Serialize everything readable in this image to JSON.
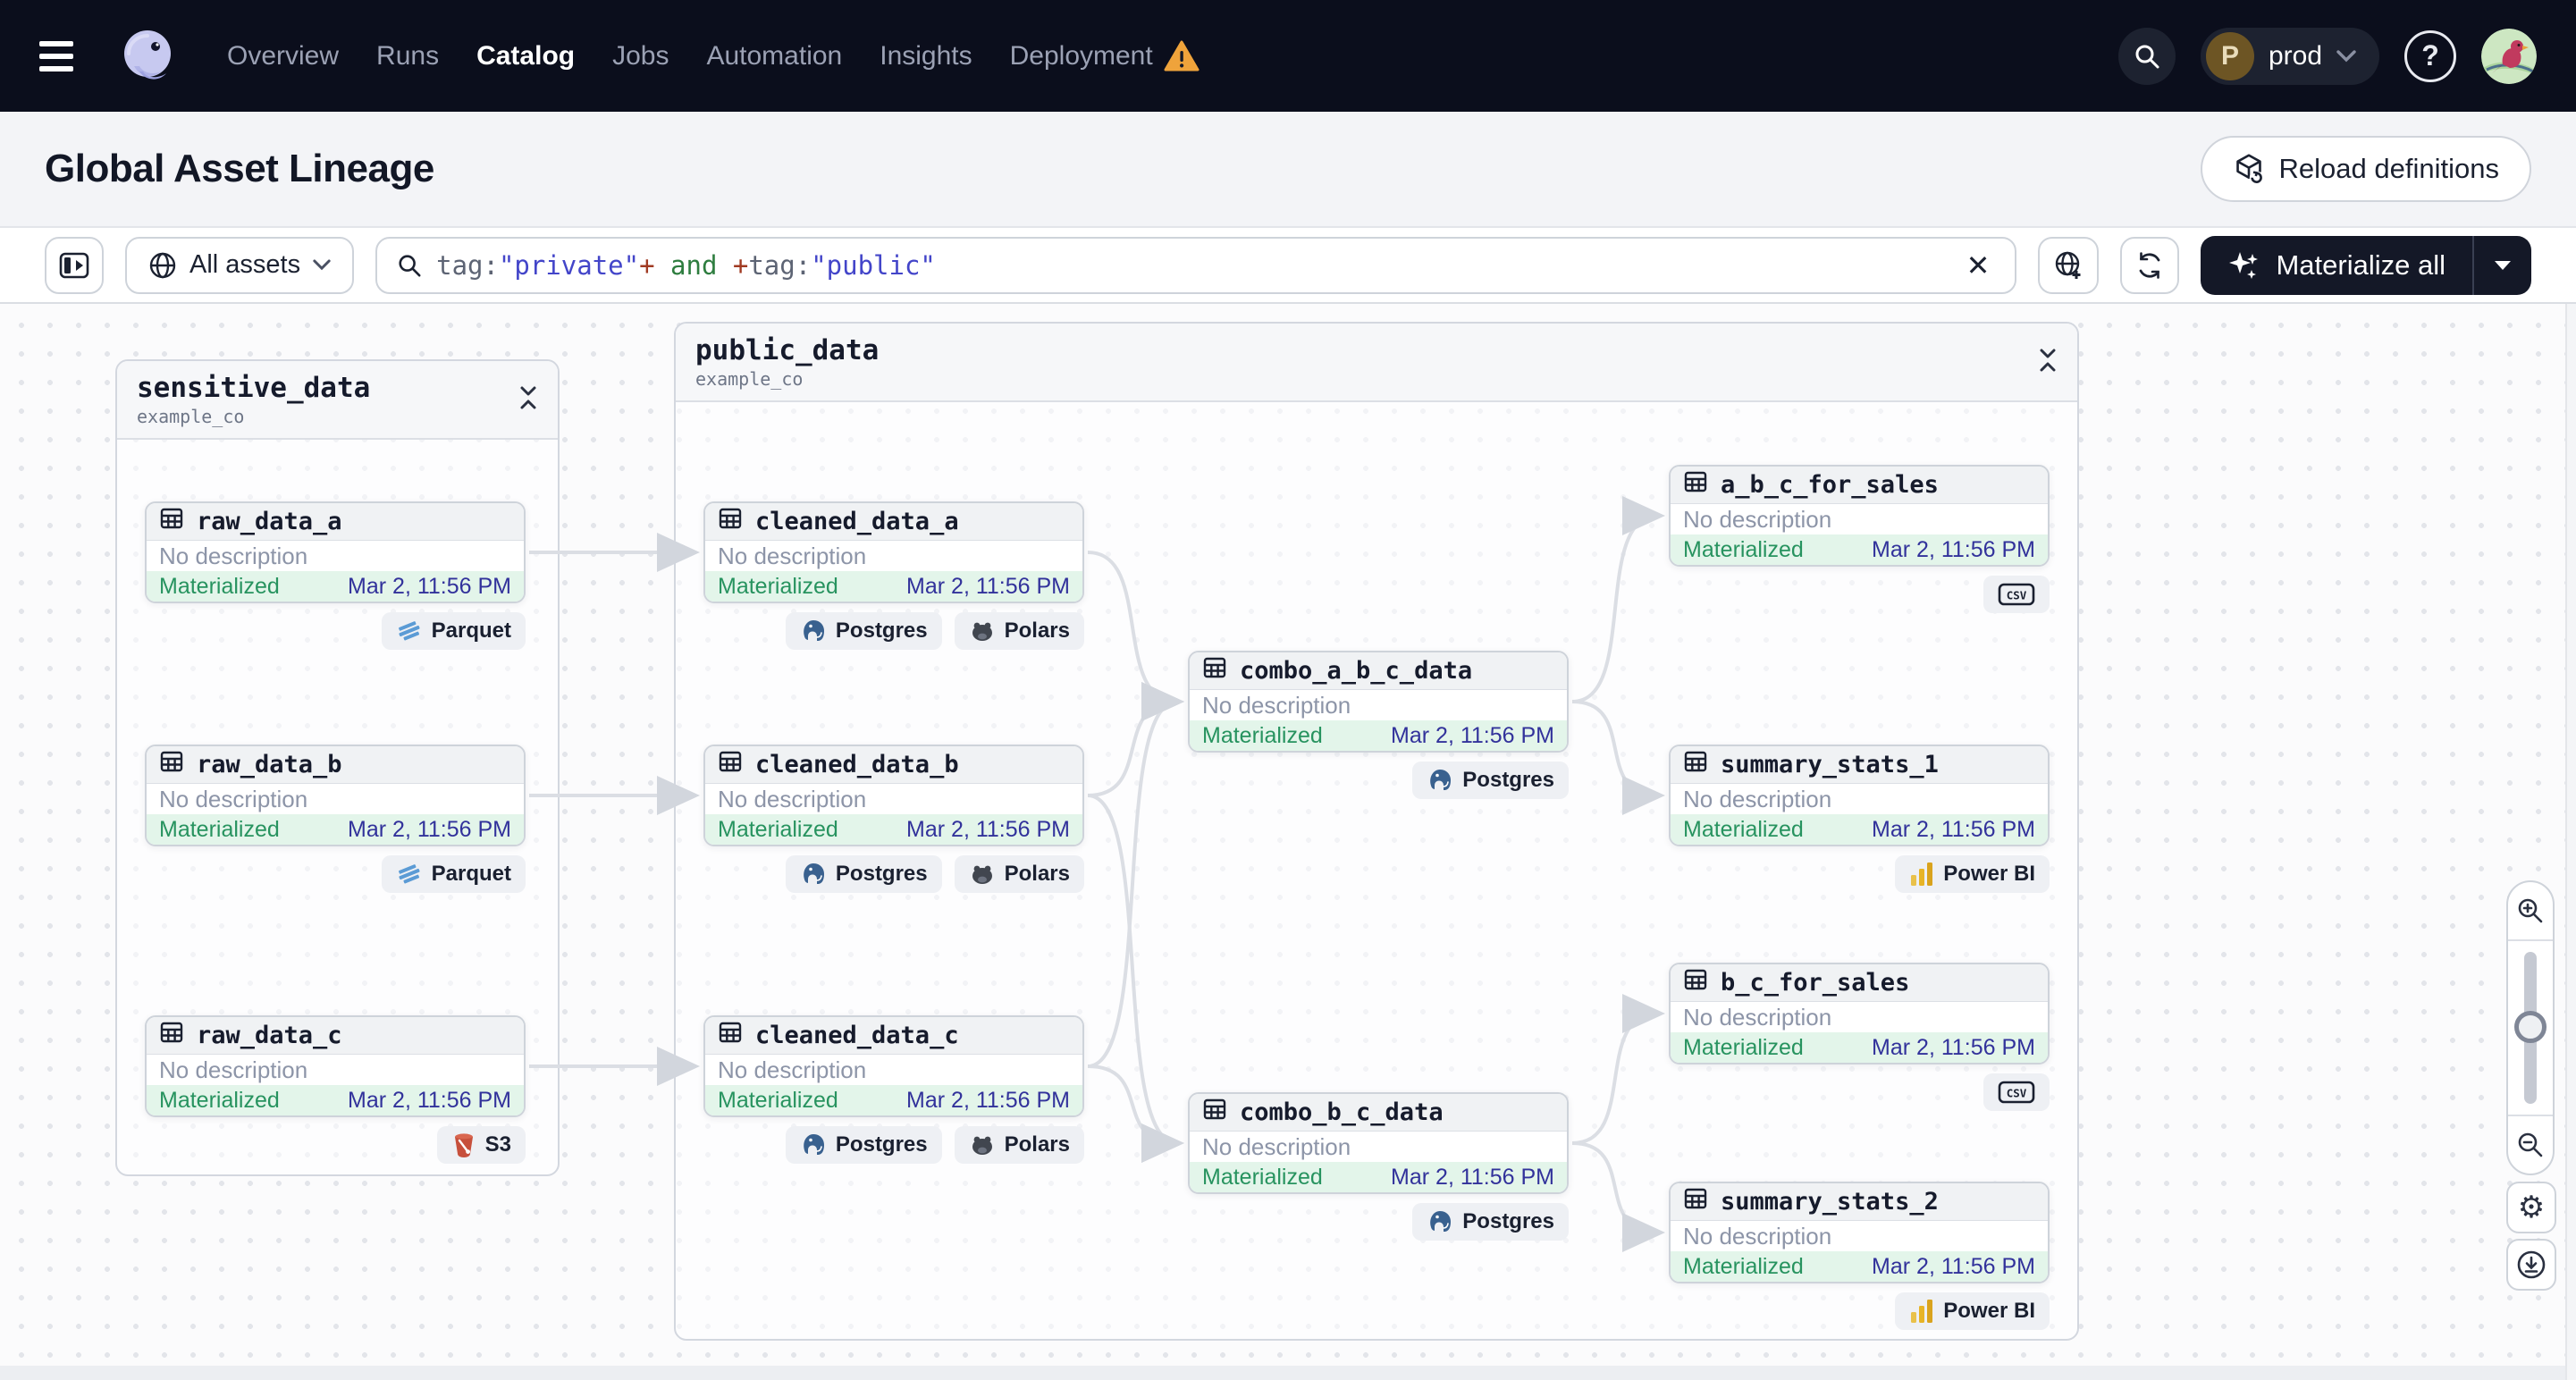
{
  "nav": {
    "items": [
      {
        "label": "Overview",
        "active": false
      },
      {
        "label": "Runs",
        "active": false
      },
      {
        "label": "Catalog",
        "active": true
      },
      {
        "label": "Jobs",
        "active": false
      },
      {
        "label": "Automation",
        "active": false
      },
      {
        "label": "Insights",
        "active": false
      },
      {
        "label": "Deployment",
        "active": false,
        "warning": true
      }
    ],
    "environment": {
      "initial": "P",
      "label": "prod"
    },
    "help_label": "?"
  },
  "header": {
    "title": "Global Asset Lineage",
    "reload_button_label": "Reload definitions"
  },
  "toolbar": {
    "scope_label": "All assets",
    "query_segments": [
      {
        "text": "tag:",
        "color": "#5d6474"
      },
      {
        "text": "\"private\"",
        "color": "#4345c9"
      },
      {
        "text": "+",
        "color": "#a03a22"
      },
      {
        "text": " and ",
        "color": "#2e7d3f"
      },
      {
        "text": "+",
        "color": "#a03a22"
      },
      {
        "text": "tag:",
        "color": "#5d6474"
      },
      {
        "text": "\"public\"",
        "color": "#4345c9"
      }
    ],
    "clear_label": "✕",
    "materialize_label": "Materialize all"
  },
  "canvas": {
    "groups": [
      {
        "id": "sensitive_data",
        "title": "sensitive_data",
        "subtitle": "example_co"
      },
      {
        "id": "public_data",
        "title": "public_data",
        "subtitle": "example_co"
      }
    ],
    "nodes": [
      {
        "id": "raw_data_a",
        "name": "raw_data_a",
        "description": "No description",
        "status": "Materialized",
        "timestamp": "Mar 2, 11:56 PM",
        "badges": [
          {
            "label": "Parquet",
            "icon": "parquet-icon"
          }
        ]
      },
      {
        "id": "raw_data_b",
        "name": "raw_data_b",
        "description": "No description",
        "status": "Materialized",
        "timestamp": "Mar 2, 11:56 PM",
        "badges": [
          {
            "label": "Parquet",
            "icon": "parquet-icon"
          }
        ]
      },
      {
        "id": "raw_data_c",
        "name": "raw_data_c",
        "description": "No description",
        "status": "Materialized",
        "timestamp": "Mar 2, 11:56 PM",
        "badges": [
          {
            "label": "S3",
            "icon": "s3-icon"
          }
        ]
      },
      {
        "id": "cleaned_data_a",
        "name": "cleaned_data_a",
        "description": "No description",
        "status": "Materialized",
        "timestamp": "Mar 2, 11:56 PM",
        "badges": [
          {
            "label": "Postgres",
            "icon": "postgres-icon"
          },
          {
            "label": "Polars",
            "icon": "polars-icon"
          }
        ]
      },
      {
        "id": "cleaned_data_b",
        "name": "cleaned_data_b",
        "description": "No description",
        "status": "Materialized",
        "timestamp": "Mar 2, 11:56 PM",
        "badges": [
          {
            "label": "Postgres",
            "icon": "postgres-icon"
          },
          {
            "label": "Polars",
            "icon": "polars-icon"
          }
        ]
      },
      {
        "id": "cleaned_data_c",
        "name": "cleaned_data_c",
        "description": "No description",
        "status": "Materialized",
        "timestamp": "Mar 2, 11:56 PM",
        "badges": [
          {
            "label": "Postgres",
            "icon": "postgres-icon"
          },
          {
            "label": "Polars",
            "icon": "polars-icon"
          }
        ]
      },
      {
        "id": "combo_a_b_c_data",
        "name": "combo_a_b_c_data",
        "description": "No description",
        "status": "Materialized",
        "timestamp": "Mar 2, 11:56 PM",
        "badges": [
          {
            "label": "Postgres",
            "icon": "postgres-icon"
          }
        ]
      },
      {
        "id": "combo_b_c_data",
        "name": "combo_b_c_data",
        "description": "No description",
        "status": "Materialized",
        "timestamp": "Mar 2, 11:56 PM",
        "badges": [
          {
            "label": "Postgres",
            "icon": "postgres-icon"
          }
        ]
      },
      {
        "id": "a_b_c_for_sales",
        "name": "a_b_c_for_sales",
        "description": "No description",
        "status": "Materialized",
        "timestamp": "Mar 2, 11:56 PM",
        "badges": [
          {
            "label": "",
            "icon": "csv-icon"
          }
        ]
      },
      {
        "id": "summary_stats_1",
        "name": "summary_stats_1",
        "description": "No description",
        "status": "Materialized",
        "timestamp": "Mar 2, 11:56 PM",
        "badges": [
          {
            "label": "Power BI",
            "icon": "powerbi-icon"
          }
        ]
      },
      {
        "id": "b_c_for_sales",
        "name": "b_c_for_sales",
        "description": "No description",
        "status": "Materialized",
        "timestamp": "Mar 2, 11:56 PM",
        "badges": [
          {
            "label": "",
            "icon": "csv-icon"
          }
        ]
      },
      {
        "id": "summary_stats_2",
        "name": "summary_stats_2",
        "description": "No description",
        "status": "Materialized",
        "timestamp": "Mar 2, 11:56 PM",
        "badges": [
          {
            "label": "Power BI",
            "icon": "powerbi-icon"
          }
        ]
      }
    ],
    "edges": [
      [
        "raw_data_a",
        "cleaned_data_a"
      ],
      [
        "raw_data_b",
        "cleaned_data_b"
      ],
      [
        "raw_data_c",
        "cleaned_data_c"
      ],
      [
        "cleaned_data_a",
        "combo_a_b_c_data"
      ],
      [
        "cleaned_data_b",
        "combo_a_b_c_data"
      ],
      [
        "cleaned_data_c",
        "combo_a_b_c_data"
      ],
      [
        "cleaned_data_b",
        "combo_b_c_data"
      ],
      [
        "cleaned_data_c",
        "combo_b_c_data"
      ],
      [
        "combo_a_b_c_data",
        "a_b_c_for_sales"
      ],
      [
        "combo_a_b_c_data",
        "summary_stats_1"
      ],
      [
        "combo_b_c_data",
        "b_c_for_sales"
      ],
      [
        "combo_b_c_data",
        "summary_stats_2"
      ]
    ]
  },
  "colors": {
    "materialized_green": "#27935f",
    "timestamp_indigo": "#32329b",
    "warning_amber": "#efa33b",
    "edge_gray": "#dbdee4",
    "nav_background": "#0b0e1c"
  }
}
